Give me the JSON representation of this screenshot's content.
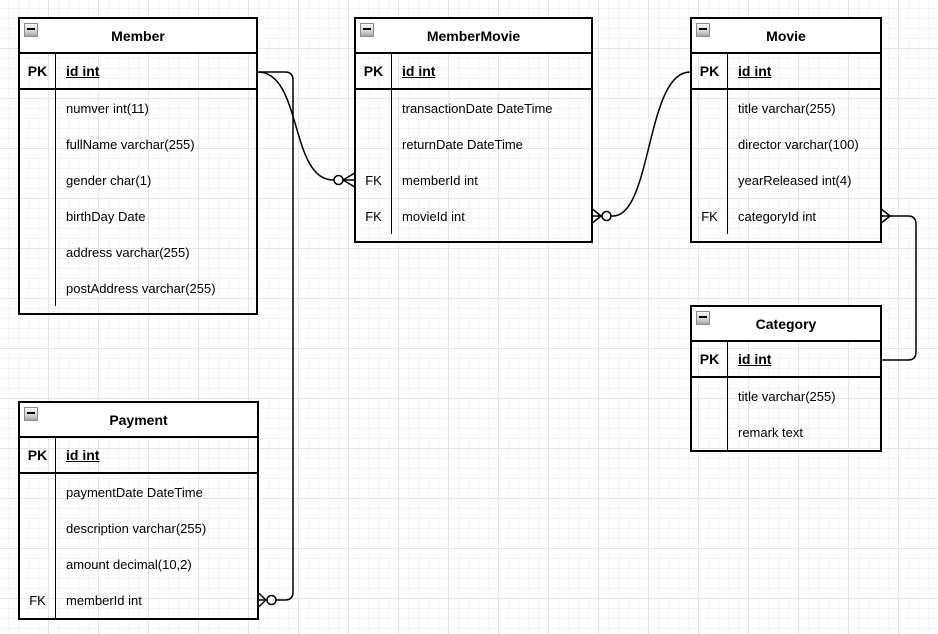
{
  "colors": {
    "line": "#000000",
    "text": "#000000",
    "background": "#FFFFFF",
    "grid_minor": "#F5F5F5",
    "grid_major": "#E4E4E4",
    "header_fill": "#FFFFFF"
  },
  "entities": [
    {
      "title": "Member",
      "rows": [
        {
          "key": "PK",
          "name": "id int",
          "pk": true
        },
        {
          "key": "",
          "name": "numver int(11)"
        },
        {
          "key": "",
          "name": "fullName varchar(255)"
        },
        {
          "key": "",
          "name": "gender char(1)"
        },
        {
          "key": "",
          "name": "birthDay Date"
        },
        {
          "key": "",
          "name": "address varchar(255)"
        },
        {
          "key": "",
          "name": "postAddress varchar(255)"
        }
      ]
    },
    {
      "title": "MemberMovie",
      "rows": [
        {
          "key": "PK",
          "name": "id int",
          "pk": true
        },
        {
          "key": "",
          "name": "transactionDate DateTime"
        },
        {
          "key": "",
          "name": "returnDate DateTime"
        },
        {
          "key": "FK",
          "name": "memberId int"
        },
        {
          "key": "FK",
          "name": "movieId int"
        }
      ]
    },
    {
      "title": "Movie",
      "rows": [
        {
          "key": "PK",
          "name": "id int",
          "pk": true
        },
        {
          "key": "",
          "name": "title varchar(255)"
        },
        {
          "key": "",
          "name": "director varchar(100)"
        },
        {
          "key": "",
          "name": "yearReleased int(4)"
        },
        {
          "key": "FK",
          "name": "categoryId int"
        }
      ]
    },
    {
      "title": "Category",
      "rows": [
        {
          "key": "PK",
          "name": "id int",
          "pk": true
        },
        {
          "key": "",
          "name": "title varchar(255)"
        },
        {
          "key": "",
          "name": "remark text"
        }
      ]
    },
    {
      "title": "Payment",
      "rows": [
        {
          "key": "PK",
          "name": "id int",
          "pk": true
        },
        {
          "key": "",
          "name": "paymentDate DateTime"
        },
        {
          "key": "",
          "name": "description varchar(255)"
        },
        {
          "key": "",
          "name": "amount decimal(10,2)"
        },
        {
          "key": "FK",
          "name": "memberId int"
        }
      ]
    }
  ],
  "relationships": [
    {
      "id": "member-membermovie",
      "from": "Member.id",
      "to": "MemberMovie.memberId",
      "from_cardinality": "one",
      "to_cardinality": "zero-or-many"
    },
    {
      "id": "member-payment",
      "from": "Member.id",
      "to": "Payment.memberId",
      "from_cardinality": "one",
      "to_cardinality": "zero-or-many"
    },
    {
      "id": "movie-membermovie",
      "from": "Movie.id",
      "to": "MemberMovie.movieId",
      "from_cardinality": "one",
      "to_cardinality": "zero-or-many"
    },
    {
      "id": "category-movie",
      "from": "Category.id",
      "to": "Movie.categoryId",
      "from_cardinality": "one",
      "to_cardinality": "many"
    }
  ]
}
